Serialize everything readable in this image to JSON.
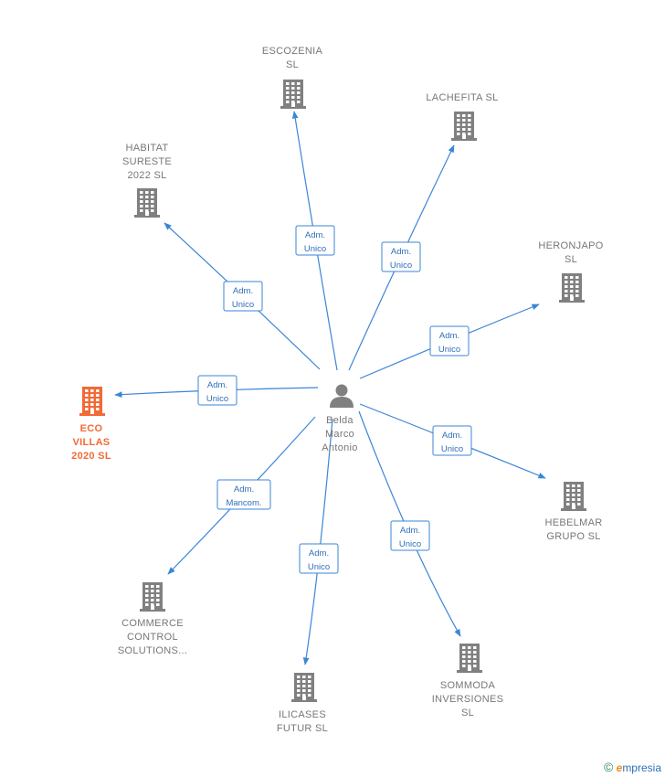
{
  "colors": {
    "edge": "#3b86d6",
    "company": "#808080",
    "highlight": "#f26a35",
    "person": "#808080",
    "label": "#777777",
    "role_text": "#2f6fb9"
  },
  "center": {
    "id": "belda",
    "icon": "person-icon",
    "label_lines": [
      "Belda",
      "Marco",
      "Antonio"
    ]
  },
  "nodes": [
    {
      "id": "escozenia",
      "icon": "building-icon",
      "label_lines": [
        "ESCOZENIA",
        "SL"
      ],
      "highlight": false
    },
    {
      "id": "lachefita",
      "icon": "building-icon",
      "label_lines": [
        "LACHEFITA  SL"
      ],
      "highlight": false
    },
    {
      "id": "habitat",
      "icon": "building-icon",
      "label_lines": [
        "HABITAT",
        "SURESTE",
        "2022  SL"
      ],
      "highlight": false
    },
    {
      "id": "heronjapo",
      "icon": "building-icon",
      "label_lines": [
        "HERONJAPO",
        "SL"
      ],
      "highlight": false
    },
    {
      "id": "eco",
      "icon": "building-icon",
      "label_lines": [
        "ECO",
        "VILLAS",
        "2020  SL"
      ],
      "highlight": true
    },
    {
      "id": "hebelmar",
      "icon": "building-icon",
      "label_lines": [
        "HEBELMAR",
        "GRUPO  SL"
      ],
      "highlight": false
    },
    {
      "id": "commerce",
      "icon": "building-icon",
      "label_lines": [
        "COMMERCE",
        "CONTROL",
        "SOLUTIONS..."
      ],
      "highlight": false
    },
    {
      "id": "sommoda",
      "icon": "building-icon",
      "label_lines": [
        "SOMMODA",
        "INVERSIONES",
        "SL"
      ],
      "highlight": false
    },
    {
      "id": "ilicases",
      "icon": "building-icon",
      "label_lines": [
        "ILICASES",
        "FUTUR  SL"
      ],
      "highlight": false
    }
  ],
  "edges": [
    {
      "to": "escozenia",
      "role_lines": [
        "Adm.",
        "Unico"
      ]
    },
    {
      "to": "lachefita",
      "role_lines": [
        "Adm.",
        "Unico"
      ]
    },
    {
      "to": "habitat",
      "role_lines": [
        "Adm.",
        "Unico"
      ]
    },
    {
      "to": "heronjapo",
      "role_lines": [
        "Adm.",
        "Unico"
      ]
    },
    {
      "to": "eco",
      "role_lines": [
        "Adm.",
        "Unico"
      ]
    },
    {
      "to": "hebelmar",
      "role_lines": [
        "Adm.",
        "Unico"
      ]
    },
    {
      "to": "commerce",
      "role_lines": [
        "Adm.",
        "Mancom."
      ]
    },
    {
      "to": "sommoda",
      "role_lines": [
        "Adm.",
        "Unico"
      ]
    },
    {
      "to": "ilicases",
      "role_lines": [
        "Adm.",
        "Unico"
      ]
    }
  ],
  "watermark": {
    "symbol": "©",
    "brand_initial": "e",
    "brand_rest": "mpresia"
  }
}
